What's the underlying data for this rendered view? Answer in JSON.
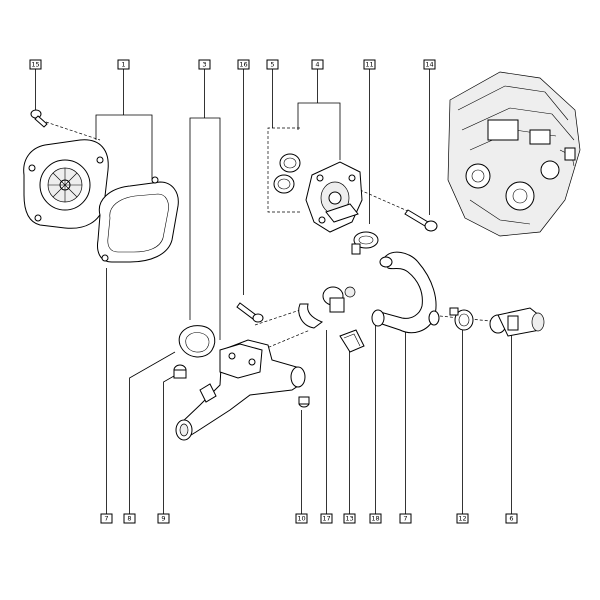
{
  "diagram": {
    "callouts_top": [
      {
        "id": "c15",
        "label": "15"
      },
      {
        "id": "c1",
        "label": "1"
      },
      {
        "id": "c3",
        "label": "3"
      },
      {
        "id": "c16",
        "label": "16"
      },
      {
        "id": "c5",
        "label": "5"
      },
      {
        "id": "c4",
        "label": "4"
      },
      {
        "id": "c11",
        "label": "11"
      },
      {
        "id": "c14",
        "label": "14"
      }
    ],
    "callouts_bottom": [
      {
        "id": "b7a",
        "label": "7"
      },
      {
        "id": "b8",
        "label": "8"
      },
      {
        "id": "b9",
        "label": "9"
      },
      {
        "id": "b10",
        "label": "10"
      },
      {
        "id": "b17",
        "label": "17"
      },
      {
        "id": "b13",
        "label": "13"
      },
      {
        "id": "b18",
        "label": "18"
      },
      {
        "id": "b7b",
        "label": "7"
      },
      {
        "id": "b12",
        "label": "12"
      },
      {
        "id": "b6",
        "label": "6"
      }
    ]
  }
}
